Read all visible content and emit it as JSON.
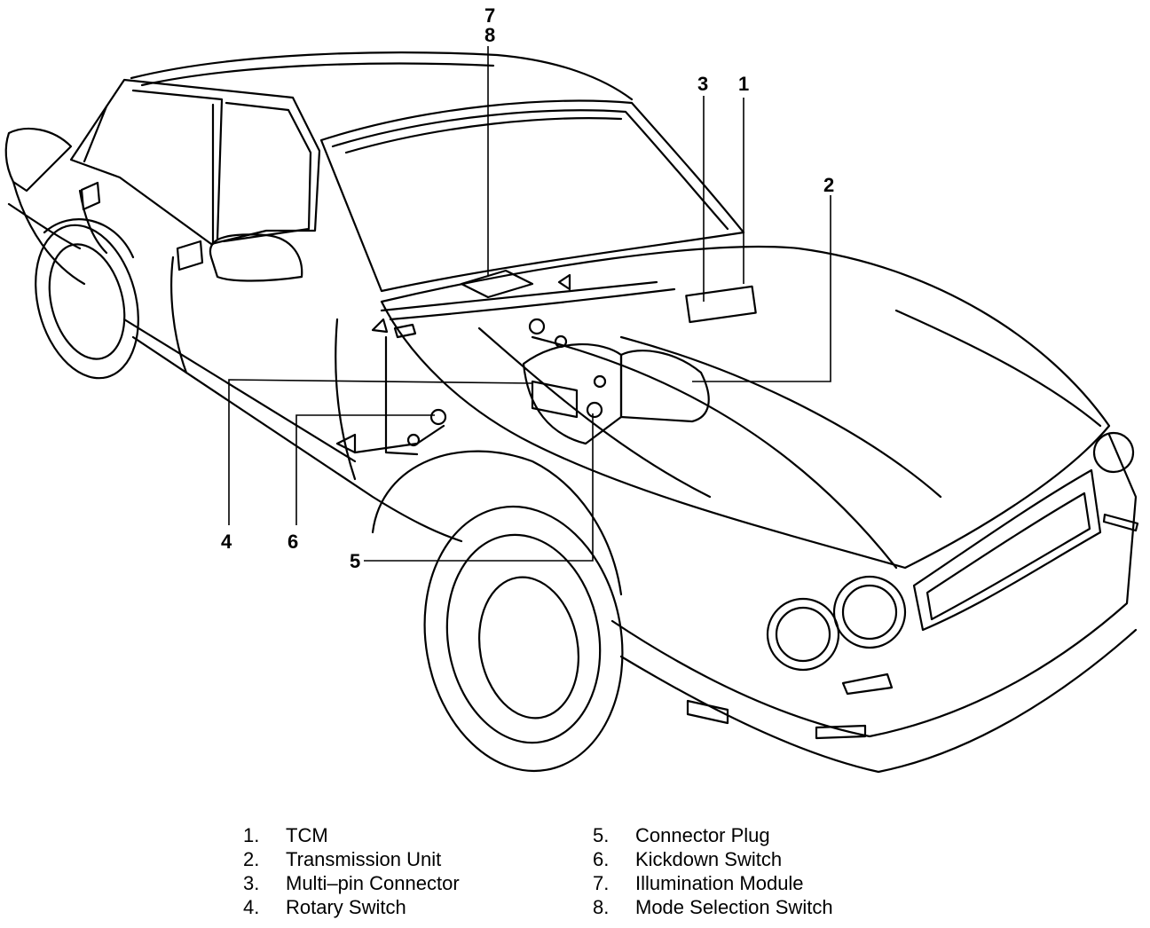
{
  "callouts": {
    "c1": "1",
    "c2": "2",
    "c3": "3",
    "c4": "4",
    "c5": "5",
    "c6": "6",
    "c7": "7",
    "c8": "8"
  },
  "legend": {
    "left": [
      {
        "num": "1.",
        "label": "TCM"
      },
      {
        "num": "2.",
        "label": "Transmission Unit"
      },
      {
        "num": "3.",
        "label": "Multi–pin Connector"
      },
      {
        "num": "4.",
        "label": "Rotary Switch"
      }
    ],
    "right": [
      {
        "num": "5.",
        "label": "Connector Plug"
      },
      {
        "num": "6.",
        "label": "Kickdown Switch"
      },
      {
        "num": "7.",
        "label": "Illumination Module"
      },
      {
        "num": "8.",
        "label": "Mode Selection Switch"
      }
    ]
  },
  "colors": {
    "ink": "#000000",
    "paper": "#ffffff"
  }
}
